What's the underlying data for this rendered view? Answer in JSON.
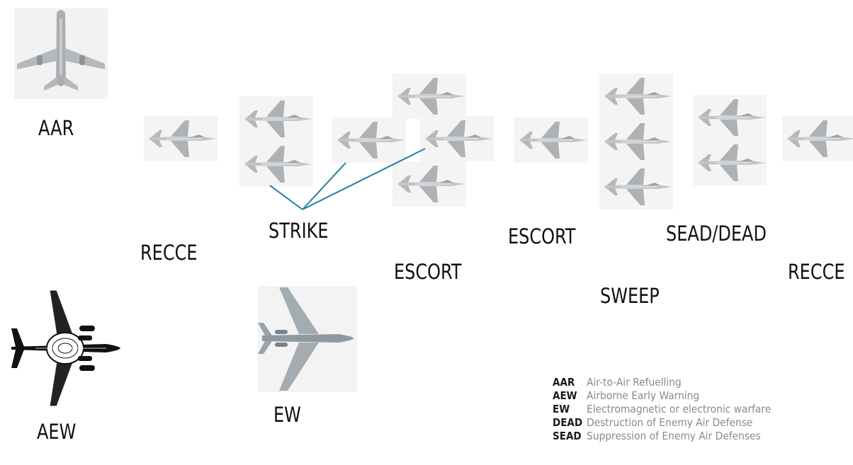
{
  "labels": {
    "aar": "AAR",
    "aew": "AEW",
    "ew": "EW",
    "recce_left": "RECCE",
    "strike": "STRIKE",
    "escort_lower": "ESCORT",
    "escort_upper": "ESCORT",
    "sweep": "SWEEP",
    "sead_dead": "SEAD/DEAD",
    "recce_right": "RECCE"
  },
  "legend": [
    {
      "abbr": "AAR",
      "definition": "Air-to-Air Refuelling"
    },
    {
      "abbr": "AEW",
      "definition": "Airborne Early Warning"
    },
    {
      "abbr": "EW",
      "definition": "Electromagnetic or electronic warfare"
    },
    {
      "abbr": "DEAD",
      "definition": "Destruction of Enemy Air Defense"
    },
    {
      "abbr": "SEAD",
      "definition": "Suppression of Enemy Air Defenses"
    }
  ],
  "colors": {
    "connector": "#1e7fa0",
    "fighter": "#b8bcbf",
    "legend_text": "#8a8a8a"
  }
}
